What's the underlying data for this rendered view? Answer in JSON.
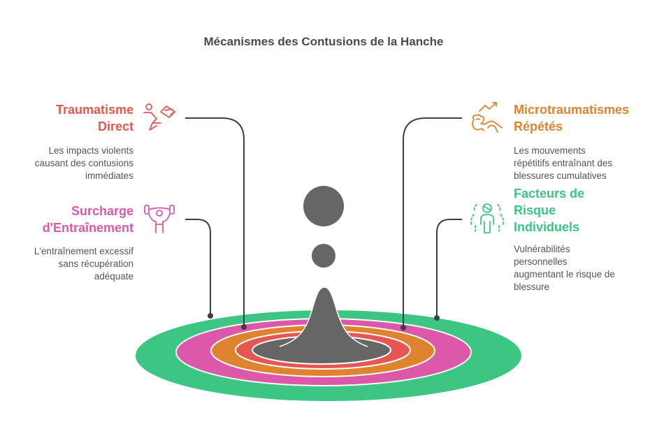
{
  "title": "Mécanismes des Contusions de la Hanche",
  "colors": {
    "title": "#4a4a4a",
    "text": "#555555",
    "connector": "#3f3f3f",
    "peak": "#666666",
    "red": "#e55753",
    "pink": "#dc58a8",
    "orange": "#de8431",
    "green": "#3cc583"
  },
  "items": [
    {
      "id": "traumatisme-direct",
      "heading_lines": [
        "Traumatisme",
        "Direct"
      ],
      "description_lines": [
        "Les impacts violents",
        "causant des contusions",
        "immédiates"
      ],
      "color": "#e55753",
      "icon": "impact-fall-icon",
      "side": "left",
      "ring": "red"
    },
    {
      "id": "surcharge-entrainement",
      "heading_lines": [
        "Surcharge",
        "d'Entraînement"
      ],
      "description_lines": [
        "L'entraînement excessif",
        "sans récupération",
        "adéquate"
      ],
      "color": "#dc58a8",
      "icon": "weightlifter-icon",
      "side": "left",
      "ring": "pink"
    },
    {
      "id": "microtraumatismes-repetes",
      "heading_lines": [
        "Microtraumatismes",
        "Répétés"
      ],
      "description_lines": [
        "Les mouvements",
        "répétitifs entraînant des",
        "blessures cumulatives"
      ],
      "color": "#de8431",
      "icon": "repetitive-strain-icon",
      "side": "right",
      "ring": "orange"
    },
    {
      "id": "facteurs-risque-individuels",
      "heading_lines": [
        "Facteurs de",
        "Risque",
        "Individuels"
      ],
      "description_lines": [
        "Vulnérabilités",
        "personnelles",
        "augmentant le risque de",
        "blessure"
      ],
      "color": "#3cc583",
      "icon": "individual-group-icon",
      "side": "right",
      "ring": "green"
    }
  ]
}
